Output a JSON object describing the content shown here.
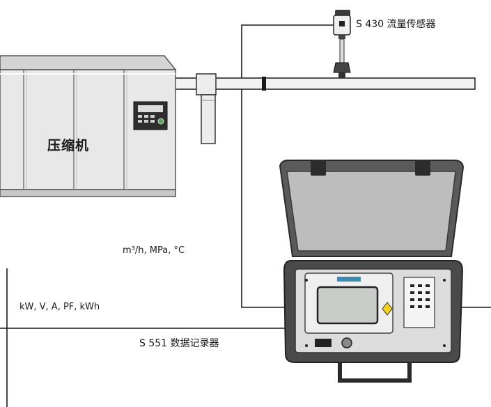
{
  "labels": {
    "sensor": "S 430 流量传感器",
    "compressor": "压缩机",
    "flow_units": "m³/h, MPa, °C",
    "power_units": "kW, V, A, PF, kWh",
    "logger": "S 551 数据记录器"
  },
  "colors": {
    "line": "#1a1a1a",
    "equipment_fill": "#e8e8e8",
    "equipment_stroke": "#555555",
    "case_dark": "#3a3a3a",
    "case_mid": "#6b6b6b",
    "screen": "#c9ccc8",
    "indicator": "#f4d21c"
  }
}
